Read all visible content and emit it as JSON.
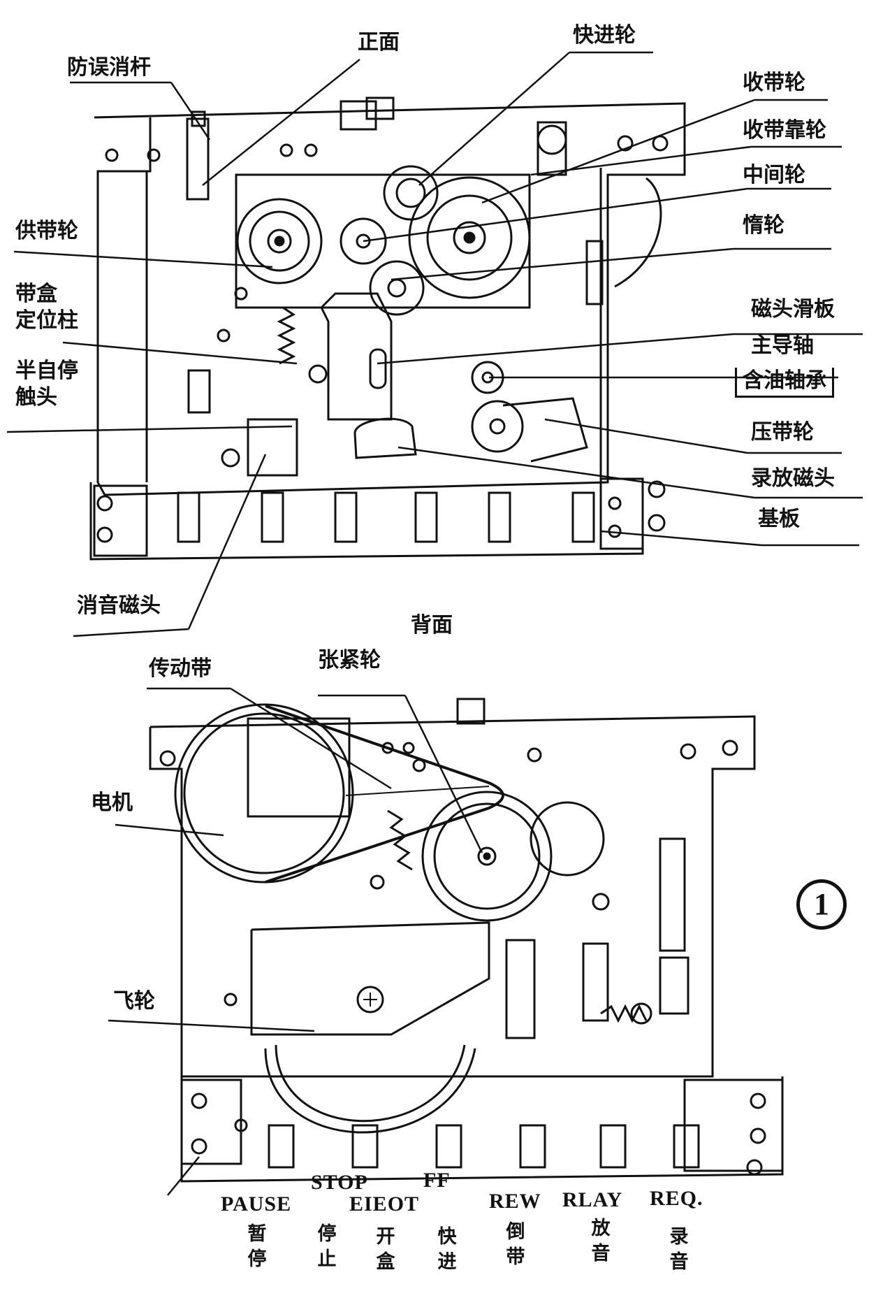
{
  "front": {
    "view_title": "正面",
    "labels": {
      "anti_erase": "防误消杆",
      "ff_wheel": "快进轮",
      "takeup_reel": "收带轮",
      "takeup_idler": "收带靠轮",
      "middle_wheel": "中间轮",
      "supply_reel": "供带轮",
      "idler": "惰轮",
      "cassette_post": [
        "带盒",
        "定位柱"
      ],
      "head_slide": "磁头滑板",
      "capstan": "主导轴",
      "half_stop": [
        "半自停",
        "触头"
      ],
      "oil_bearing": "含油轴承",
      "pinch_roller": "压带轮",
      "rec_play_head": "录放磁头",
      "base_plate": "基板",
      "erase_head": "消音磁头"
    }
  },
  "back": {
    "view_title": "背面",
    "labels": {
      "belt": "传动带",
      "tension_wheel": "张紧轮",
      "motor": "电机",
      "flywheel": "飞轮"
    }
  },
  "figure_number": "1",
  "buttons": [
    {
      "en": "PAUSE",
      "cn": [
        "暂",
        "停"
      ]
    },
    {
      "en": "STOP",
      "cn": [
        "停",
        "止"
      ]
    },
    {
      "en": "EIEOT",
      "cn": [
        "开",
        "盒"
      ]
    },
    {
      "en": "FF",
      "cn": [
        "快",
        "进"
      ]
    },
    {
      "en": "REW",
      "cn": [
        "倒",
        "带"
      ]
    },
    {
      "en": "RLAY",
      "cn": [
        "放",
        "音"
      ]
    },
    {
      "en": "REQ.",
      "cn": [
        "录",
        "音"
      ]
    }
  ]
}
